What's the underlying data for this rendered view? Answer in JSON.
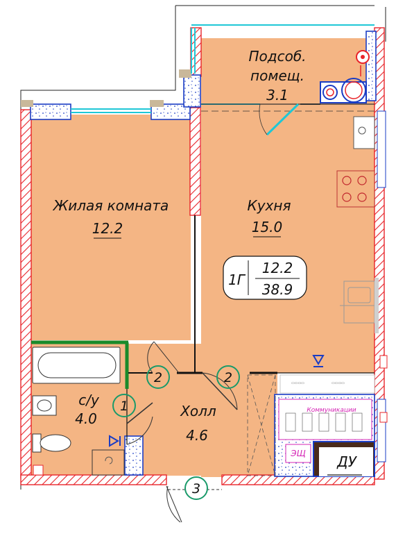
{
  "rooms": {
    "aux_name_1": "Подсоб.",
    "aux_name_2": "помещ.",
    "aux_area": "3.1",
    "living_name": "Жилая комната",
    "living_area": "12.2",
    "kitchen_name": "Кухня",
    "kitchen_area": "15.0",
    "bath_name": "с/у",
    "bath_area": "4.0",
    "hall_name": "Холл",
    "hall_area": "4.6"
  },
  "apartment": {
    "type": "1Г",
    "living_area": "12.2",
    "total_area": "38.9"
  },
  "markers": {
    "door_1": "1",
    "door_2a": "2",
    "door_2b": "2",
    "door_3": "3"
  },
  "service": {
    "communications": "Коммуникации",
    "panel": "ЭЩ",
    "smoke_shaft": "ДУ"
  },
  "colors": {
    "floor": "#f4b584",
    "wall_red": "#e8242a",
    "blue": "#1a3cc4",
    "green_marker": "#1a9a6a",
    "cyan_window": "#1fc7d6",
    "magenta": "#d424b4"
  }
}
